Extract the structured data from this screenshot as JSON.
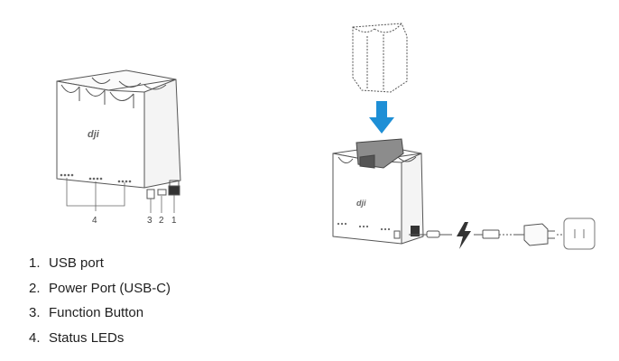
{
  "diagram": {
    "hub_callouts": [
      "4",
      "3",
      "2",
      "1"
    ],
    "logo_text": "dji"
  },
  "legend": {
    "items": [
      {
        "num": "1.",
        "label": "USB port"
      },
      {
        "num": "2.",
        "label": "Power Port (USB-C)"
      },
      {
        "num": "3.",
        "label": "Function Button"
      },
      {
        "num": "4.",
        "label": "Status LEDs"
      }
    ]
  }
}
